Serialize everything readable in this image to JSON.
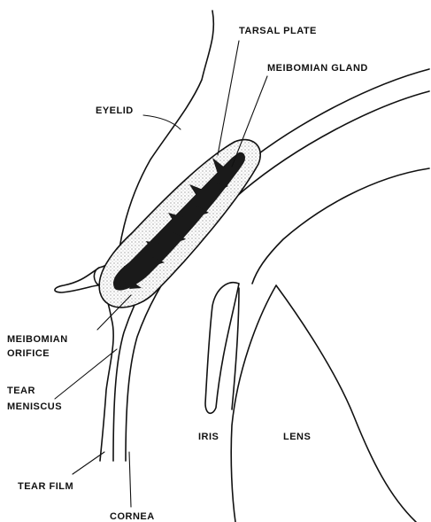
{
  "labels": {
    "tarsal_plate": "TARSAL PLATE",
    "meibomian_gland": "MEIBOMIAN GLAND",
    "eyelid": "EYELID",
    "meibomian_orifice_line1": "MEIBOMIAN",
    "meibomian_orifice_line2": "ORIFICE",
    "tear_meniscus_line1": "TEAR",
    "tear_meniscus_line2": "MENISCUS",
    "iris": "IRIS",
    "lens": "LENS",
    "tear_film": "TEAR FILM",
    "cornea": "CORNEA"
  },
  "colors": {
    "line": "#111111",
    "gland_fill": "#1a1a1a",
    "stipple": "#d9d9d9",
    "background": "#ffffff"
  }
}
